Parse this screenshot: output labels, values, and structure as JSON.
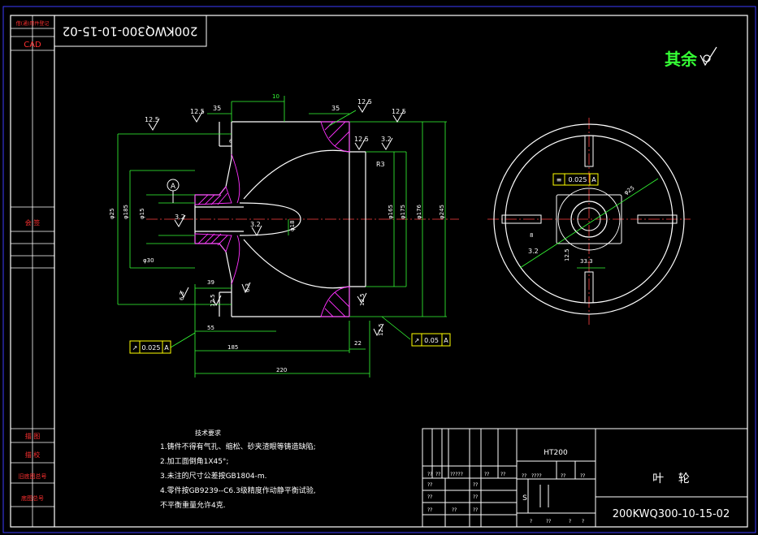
{
  "drawing_number_rotated": "200KWQ300-10-15-02",
  "drawing_number": "200KWQ300-10-15-02",
  "title_block": {
    "part_name": "叶    轮",
    "material": "HT200",
    "cells_row1": [
      "??",
      "??",
      "?????",
      "??",
      "??"
    ],
    "cells_row2": [
      "??",
      "????",
      "??",
      "??"
    ],
    "cells_row3": [
      "??",
      "??"
    ],
    "cells_row4": [
      "??",
      "??"
    ],
    "cells_row5": [
      "??",
      "??",
      "??"
    ],
    "scale_label": "S",
    "bottom_marks": [
      "?",
      "??",
      "?",
      "?"
    ]
  },
  "left_strip": {
    "labels": [
      "借(通)用件登记",
      "CAD",
      "会  签",
      "描 图",
      "描 校",
      "旧底图总号",
      "底图总号"
    ]
  },
  "remainder_roughness": "其余",
  "notes": {
    "heading": "技术要求",
    "items": [
      "1.铸件不得有气孔、缩松、砂夹渣眼等铸造缺陷;",
      "2.加工面倒角1X45°;",
      "3.未注的尺寸公差按GB1804-m.",
      "4.零件按GB9239--C6.3级精度作动静平衡试验,",
      "  不平衡重量允许4克."
    ]
  },
  "dimensions": {
    "d10": "10",
    "d35a": "35",
    "d35b": "35",
    "d6": "6",
    "d39": "39",
    "d55": "55",
    "d185": "185",
    "d220": "220",
    "d22": "22",
    "r3": "R3",
    "phi25": "φ25",
    "phi185": "φ185",
    "phi15": "φ15",
    "phi30": "φ30",
    "phi165": "φ165",
    "phi175": "φ175",
    "phi176": "φ176",
    "phi245": "φ245",
    "phi18": "φ18",
    "phi25b": "φ25",
    "d8": "8",
    "d33": "33.3"
  },
  "roughness_values": [
    "12.5",
    "12.5",
    "12.5",
    "12.5",
    "12.5",
    "3.2",
    "3.2",
    "3.2",
    "6.3",
    "6.3",
    "12.5",
    "12.5",
    "12.5",
    "3.2",
    "12.5"
  ],
  "tolerances": {
    "runout1": "0.025",
    "runout1_ref": "A",
    "runout2": "0.05",
    "runout2_ref": "A",
    "sym": "0.025",
    "sym_ref": "A",
    "datum": "A"
  },
  "colors": {
    "frame": "#ffffff",
    "outer_frame": "#3b3bff",
    "geometry": "#ffffff",
    "dim": "#35ff35",
    "label": "#ffff00",
    "hatch": "#ff30ff",
    "centerline": "#ff4040",
    "red_text": "#ff3030"
  }
}
